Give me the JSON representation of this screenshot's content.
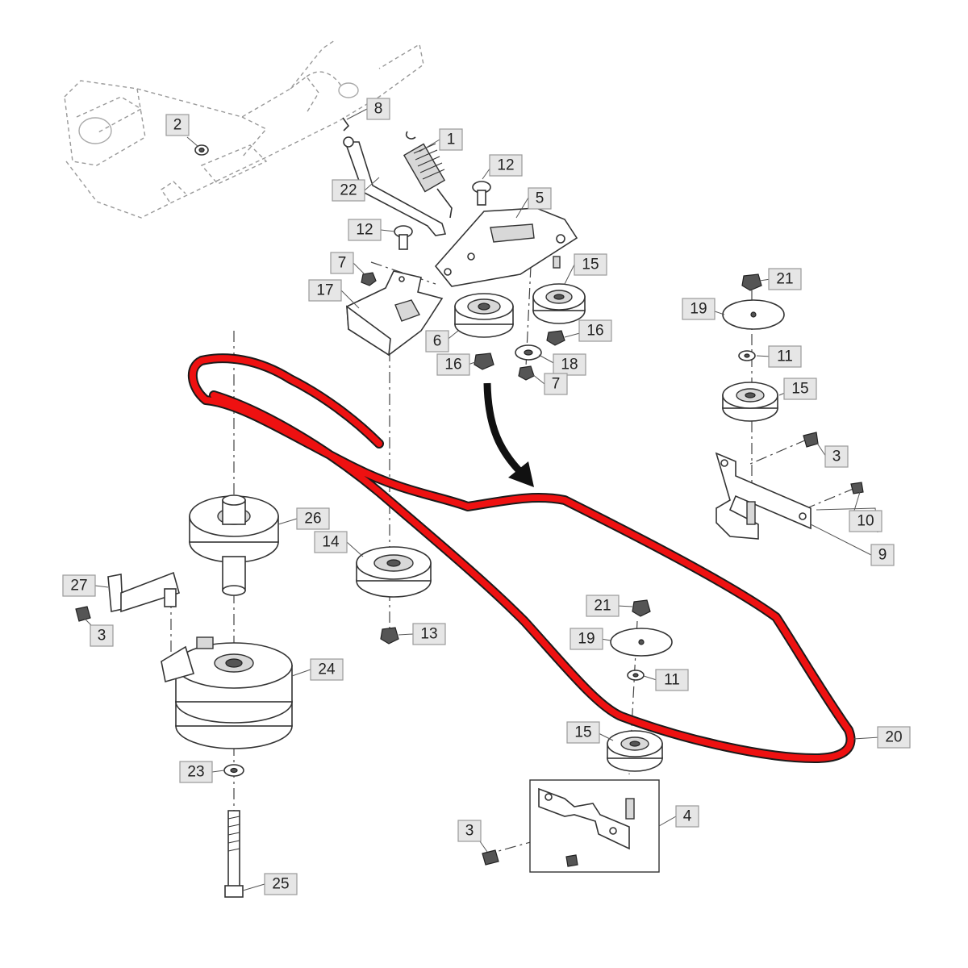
{
  "diagram": {
    "accent_color": "#ee1111",
    "callouts": [
      {
        "id": "c1",
        "label": "1"
      },
      {
        "id": "c2",
        "label": "2"
      },
      {
        "id": "c8",
        "label": "8"
      },
      {
        "id": "c22",
        "label": "22"
      },
      {
        "id": "c12a",
        "label": "12"
      },
      {
        "id": "c5",
        "label": "5"
      },
      {
        "id": "c12b",
        "label": "12"
      },
      {
        "id": "c7a",
        "label": "7"
      },
      {
        "id": "c15a",
        "label": "15"
      },
      {
        "id": "c17",
        "label": "17"
      },
      {
        "id": "c6",
        "label": "6"
      },
      {
        "id": "c16a",
        "label": "16"
      },
      {
        "id": "c16b",
        "label": "16"
      },
      {
        "id": "c18",
        "label": "18"
      },
      {
        "id": "c7b",
        "label": "7"
      },
      {
        "id": "c21a",
        "label": "21"
      },
      {
        "id": "c19a",
        "label": "19"
      },
      {
        "id": "c11a",
        "label": "11"
      },
      {
        "id": "c15b",
        "label": "15"
      },
      {
        "id": "c3a",
        "label": "3"
      },
      {
        "id": "c10",
        "label": "10"
      },
      {
        "id": "c9",
        "label": "9"
      },
      {
        "id": "c26",
        "label": "26"
      },
      {
        "id": "c14",
        "label": "14"
      },
      {
        "id": "c27",
        "label": "27"
      },
      {
        "id": "c3b",
        "label": "3"
      },
      {
        "id": "c13",
        "label": "13"
      },
      {
        "id": "c21b",
        "label": "21"
      },
      {
        "id": "c19b",
        "label": "19"
      },
      {
        "id": "c11b",
        "label": "11"
      },
      {
        "id": "c24",
        "label": "24"
      },
      {
        "id": "c15c",
        "label": "15"
      },
      {
        "id": "c20",
        "label": "20"
      },
      {
        "id": "c23",
        "label": "23"
      },
      {
        "id": "c4",
        "label": "4"
      },
      {
        "id": "c3c",
        "label": "3"
      },
      {
        "id": "c25",
        "label": "25"
      }
    ]
  }
}
